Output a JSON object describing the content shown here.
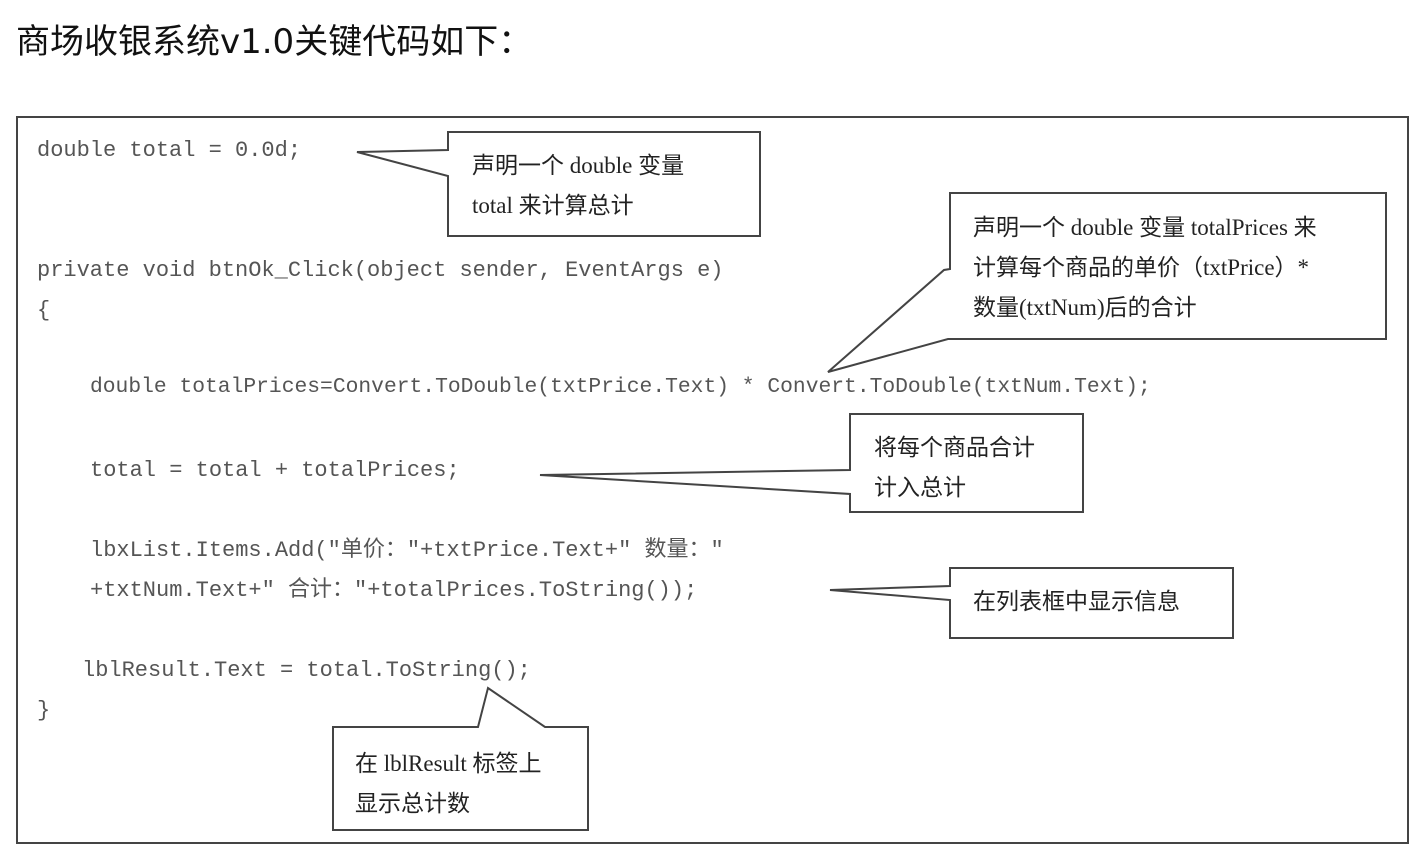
{
  "heading": "商场收银系统v1.0关键代码如下：",
  "code_lines": [
    "double total = 0.0d;",
    "private void btnOk_Click(object sender, EventArgs e)",
    "{",
    "double totalPrices=Convert.ToDouble(txtPrice.Text) * Convert.ToDouble(txtNum.Text);",
    "total = total + totalPrices;",
    "lbxList.Items.Add(\"单价：\"+txtPrice.Text+\" 数量：\"",
    "+txtNum.Text+\" 合计：\"+totalPrices.ToString());",
    "lblResult.Text = total.ToString();",
    "}"
  ],
  "callouts": [
    {
      "lines": [
        "声明一个 double 变量",
        "total 来计算总计"
      ]
    },
    {
      "lines": [
        "声明一个 double 变量 totalPrices 来",
        "计算每个商品的单价（txtPrice）*",
        "数量(txtNum)后的合计"
      ]
    },
    {
      "lines": [
        "将每个商品合计",
        "计入总计"
      ]
    },
    {
      "lines": [
        "在列表框中显示信息"
      ]
    },
    {
      "lines": [
        "在 lblResult 标签上",
        "显示总计数"
      ]
    }
  ]
}
